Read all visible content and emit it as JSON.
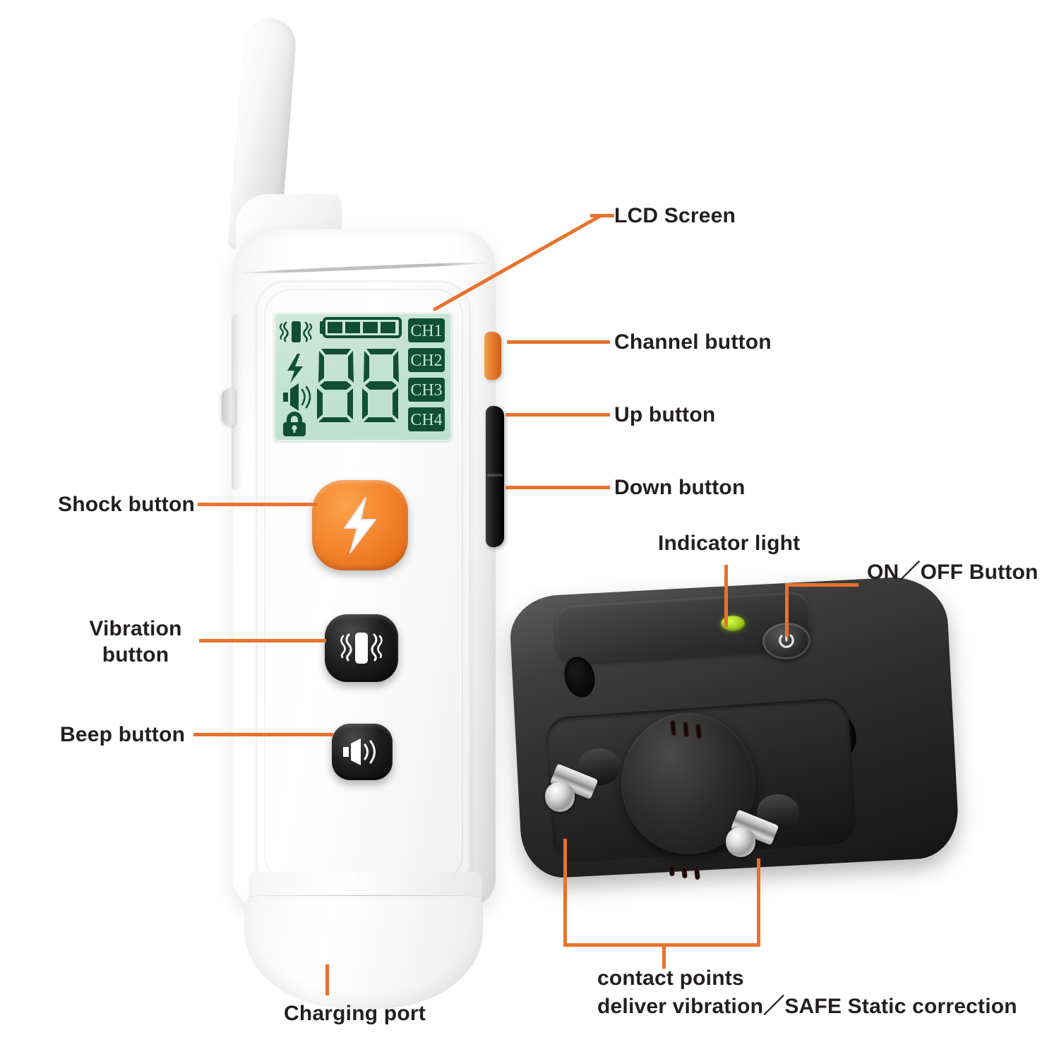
{
  "diagram": {
    "background_color": "#ffffff",
    "accent_color": "#e8722e",
    "text_color": "#231f20"
  },
  "callouts": {
    "lcd_screen": "LCD Screen",
    "channel_button": "Channel button",
    "up_button": "Up button",
    "down_button": "Down button",
    "shock_button": "Shock button",
    "vibration_button_line1": "Vibration",
    "vibration_button_line2": "button",
    "beep_button": "Beep button",
    "charging_port": "Charging port",
    "indicator_light": "Indicator light",
    "on_off_button": "ON／OFF Button",
    "contact_points_line1": "contact points",
    "contact_points_line2": "deliver vibration／SAFE Static correction"
  },
  "lcd": {
    "background_color": "#c3e2d3",
    "segment_color": "#114f35",
    "digits": "88",
    "battery_bars": 4,
    "battery_total_bars": 4,
    "channels": [
      "CH1",
      "CH2",
      "CH3",
      "CH4"
    ],
    "active_channel": "CH1",
    "icons": [
      "vibration-icon",
      "shock-bolt-icon",
      "speaker-icon",
      "lock-icon",
      "battery-icon"
    ]
  },
  "remote": {
    "name": "handheld-remote-transmitter",
    "body_color": "#ffffff",
    "buttons": [
      {
        "id": "shock",
        "icon": "lightning-bolt-icon",
        "color": "#ea7320",
        "shape": "squircle"
      },
      {
        "id": "vibration",
        "icon": "vibration-phone-icon",
        "color": "#141414",
        "shape": "squircle"
      },
      {
        "id": "beep",
        "icon": "speaker-wave-icon",
        "color": "#141414",
        "shape": "squircle"
      },
      {
        "id": "channel",
        "icon": "channel-side-button",
        "color": "#e8772b",
        "shape": "side-bar"
      },
      {
        "id": "up-down",
        "icon": "rocker-side-button",
        "color": "#171717",
        "shape": "side-bar"
      }
    ],
    "antenna": "antenna",
    "charging_port_position": "bottom"
  },
  "receiver": {
    "name": "collar-receiver-unit",
    "body_color": "#2a2a2a",
    "led_color": "#a6d321",
    "power_icon": "power-symbol-icon",
    "contact_probes": 2,
    "probe_color": "#c9c9c9"
  }
}
